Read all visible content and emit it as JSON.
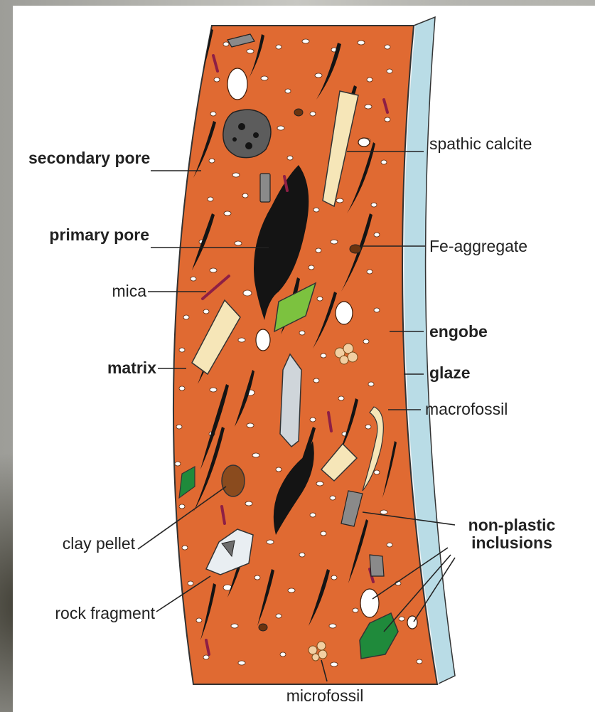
{
  "labels": {
    "secondary_pore": "secondary pore",
    "primary_pore": "primary pore",
    "mica": "mica",
    "matrix": "matrix",
    "clay_pellet": "clay pellet",
    "rock_fragment": "rock fragment",
    "spathic_calcite": "spathic calcite",
    "fe_aggregate": "Fe-aggregate",
    "engobe": "engobe",
    "glaze": "glaze",
    "macrofossil": "macrofossil",
    "non_plastic_inclusions": "non-plastic inclusions",
    "microfossil": "microfossil"
  },
  "colors": {
    "matrix": "#e06a32",
    "glaze": "#b9dce6",
    "pore": "#141414",
    "mica": "#8e1f45",
    "calcite": "#f6e6b8",
    "green_inclusion": "#7cc23f",
    "dark_green_inclusion": "#1f8a3b",
    "clay_pellet": "#8a4b1e",
    "rock_fragment": "#5c5c5c"
  }
}
